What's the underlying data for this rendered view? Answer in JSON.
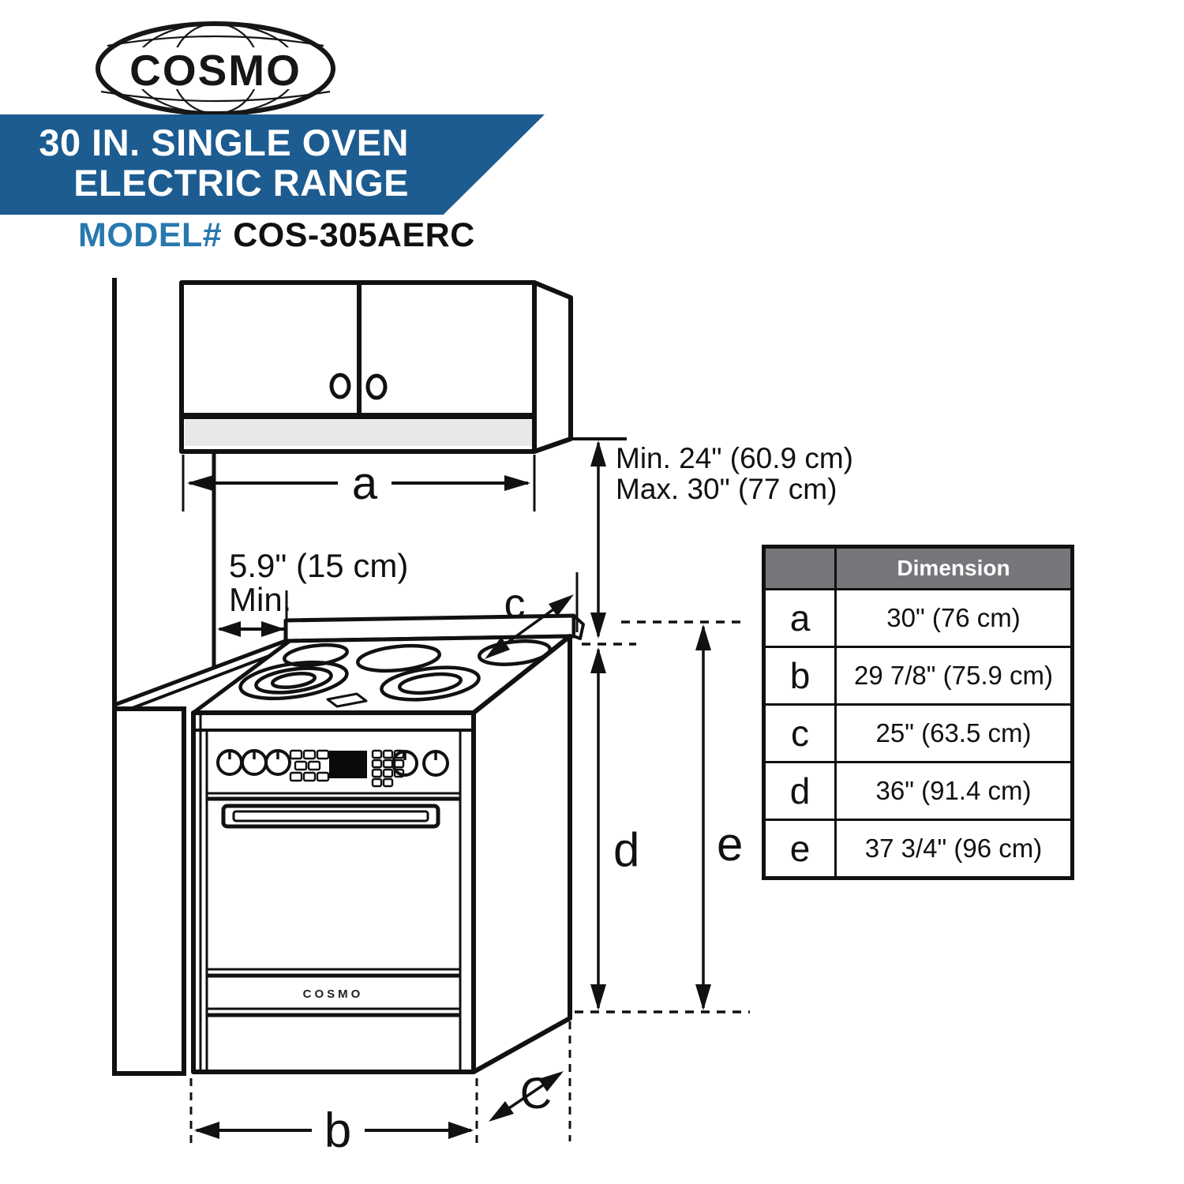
{
  "logo": {
    "text": "COSMO"
  },
  "banner": {
    "line1": "30 IN. SINGLE OVEN",
    "line2": "ELECTRIC RANGE",
    "bg_color": "#1d5c90",
    "text_color": "#ffffff"
  },
  "model": {
    "label": "MODEL#",
    "number": "COS-305AERC",
    "label_color": "#2878ad",
    "number_color": "#111111"
  },
  "diagram": {
    "range_brand": "COSMO",
    "labels": {
      "a": "a",
      "b": "b",
      "c_top": "c",
      "c_bottom": "C",
      "d": "d",
      "e": "e"
    },
    "annotations": {
      "clearance_side": {
        "line1": "5.9\" (15 cm)",
        "line2": "Min."
      },
      "clearance_above": {
        "line1": "Min. 24\" (60.9 cm)",
        "line2": "Max. 30\" (77 cm)"
      }
    },
    "line_color": "#111111",
    "cabinet_strip_gray": "#e8e8e8"
  },
  "table": {
    "header": "Dimension",
    "header_bg": "#76767b",
    "rows": [
      {
        "key": "a",
        "value": "30\" (76 cm)"
      },
      {
        "key": "b",
        "value": "29 7/8\" (75.9 cm)"
      },
      {
        "key": "c",
        "value": "25\" (63.5 cm)"
      },
      {
        "key": "d",
        "value": "36\" (91.4 cm)"
      },
      {
        "key": "e",
        "value": "37 3/4\" (96 cm)"
      }
    ]
  }
}
